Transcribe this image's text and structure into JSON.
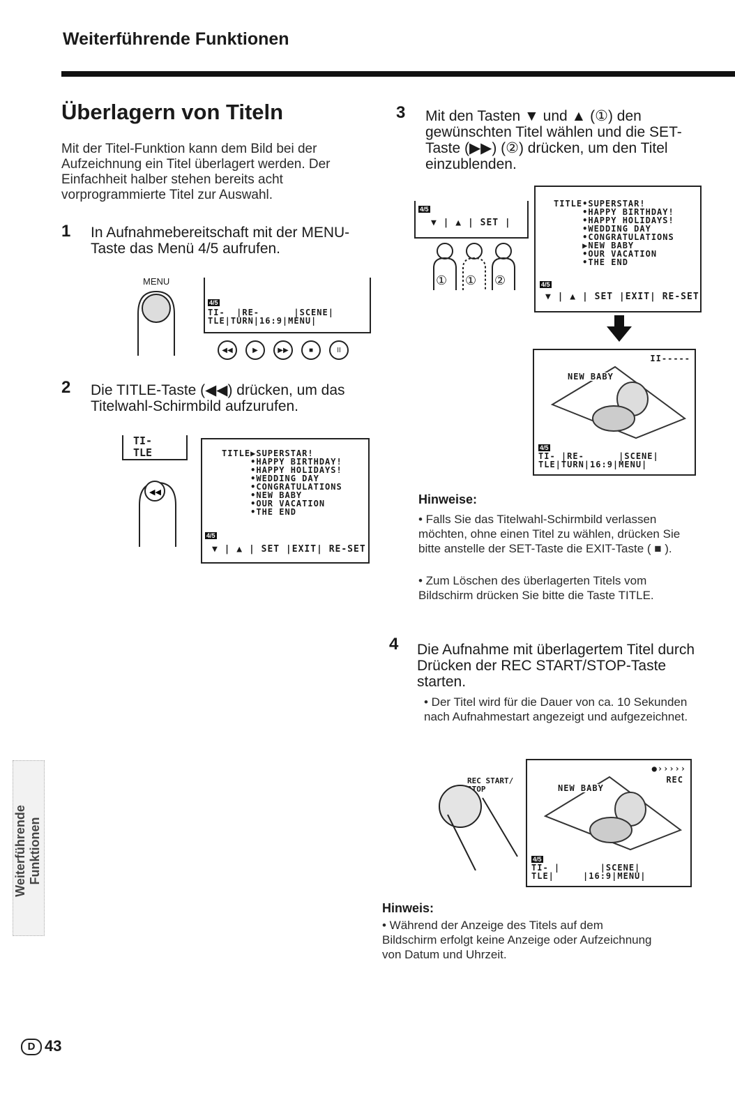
{
  "header": "Weiterführende Funktionen",
  "title": "Überlagern von Titeln",
  "intro": "Mit der Titel-Funktion kann dem Bild bei der Aufzeichnung ein Titel überlagert werden. Der Einfachheit halber stehen bereits acht vorprogrammierte Titel zur Auswahl.",
  "steps": [
    {
      "num": "1",
      "text": "In Aufnahmebereitschaft mit der MENU-Taste das Menü 4/5 aufrufen."
    },
    {
      "num": "2",
      "text": "Die TITLE-Taste (◀◀) drücken, um das Titelwahl-Schirmbild aufzurufen."
    },
    {
      "num": "3",
      "text": "Mit den Tasten ▼ und ▲ (①) den gewünschten Titel wählen und die SET-Taste (▶▶) (②) drücken, um den Titel einzublenden."
    },
    {
      "num": "4",
      "text": "Die Aufnahme mit überlagertem Titel durch Drücken der REC START/STOP-Taste starten."
    }
  ],
  "step4_bullet": "• Der Titel wird für die Dauer von ca. 10 Sekunden nach Aufnahmestart angezeigt und aufgezeichnet.",
  "labels": {
    "menu": "MENU",
    "menu_indicator": "4/5",
    "ti_tle_top": "TI-",
    "ti_tle_bottom": "TLE",
    "rec_start_stop": "REC START/ STOP",
    "circled_1": "①",
    "circled_2": "②"
  },
  "menu_screen": {
    "bar": "TI-  |RE-      |SCENE|\nTLE|TURN|16:9|MENU|"
  },
  "title_screen_2": {
    "lines": "TITLE▶SUPERSTAR!\n     •HAPPY BIRTHDAY!\n     •HAPPY HOLIDAYS!\n     •WEDDING DAY\n     •CONGRATULATIONS\n     •NEW BABY\n     •OUR VACATION\n     •THE END",
    "bar": "▼ | ▲ | SET |EXIT| RE-SET"
  },
  "title_screen_3": {
    "lines": "TITLE•SUPERSTAR!\n     •HAPPY BIRTHDAY!\n     •HAPPY HOLIDAYS!\n     •WEDDING DAY\n     •CONGRATULATIONS\n     ▶NEW BABY\n     •OUR VACATION\n     •THE END",
    "bar": "▼ | ▲ | SET |EXIT| RE-SET",
    "small_bar": "▼ | ▲ | SET |"
  },
  "preview_screen": {
    "status": "II-----",
    "title_overlay": "NEW BABY",
    "bar": "TI- |RE-      |SCENE|\nTLE|TURN|16:9|MENU|"
  },
  "rec_screen": {
    "status": "●›››››",
    "rec": "REC",
    "title_overlay": "NEW BABY",
    "bar": "TI- |       |SCENE|\nTLE|     |16:9|MENU|"
  },
  "notes_a": {
    "heading": "Hinweise:",
    "items": [
      "• Falls Sie das Titelwahl-Schirmbild verlassen möchten, ohne einen Titel zu wählen, drücken Sie bitte anstelle der SET-Taste die EXIT-Taste ( ■ ).",
      "• Zum Löschen des überlagerten Titels vom Bildschirm drücken Sie bitte die Taste TITLE."
    ]
  },
  "notes_b": {
    "heading": "Hinweis:",
    "items": [
      "• Während der Anzeige des Titels auf dem Bildschirm erfolgt keine Anzeige oder Aufzeichnung von Datum und Uhrzeit."
    ]
  },
  "sidebar": "Weiterführende Funktionen",
  "page": {
    "region": "D",
    "number": "43"
  }
}
